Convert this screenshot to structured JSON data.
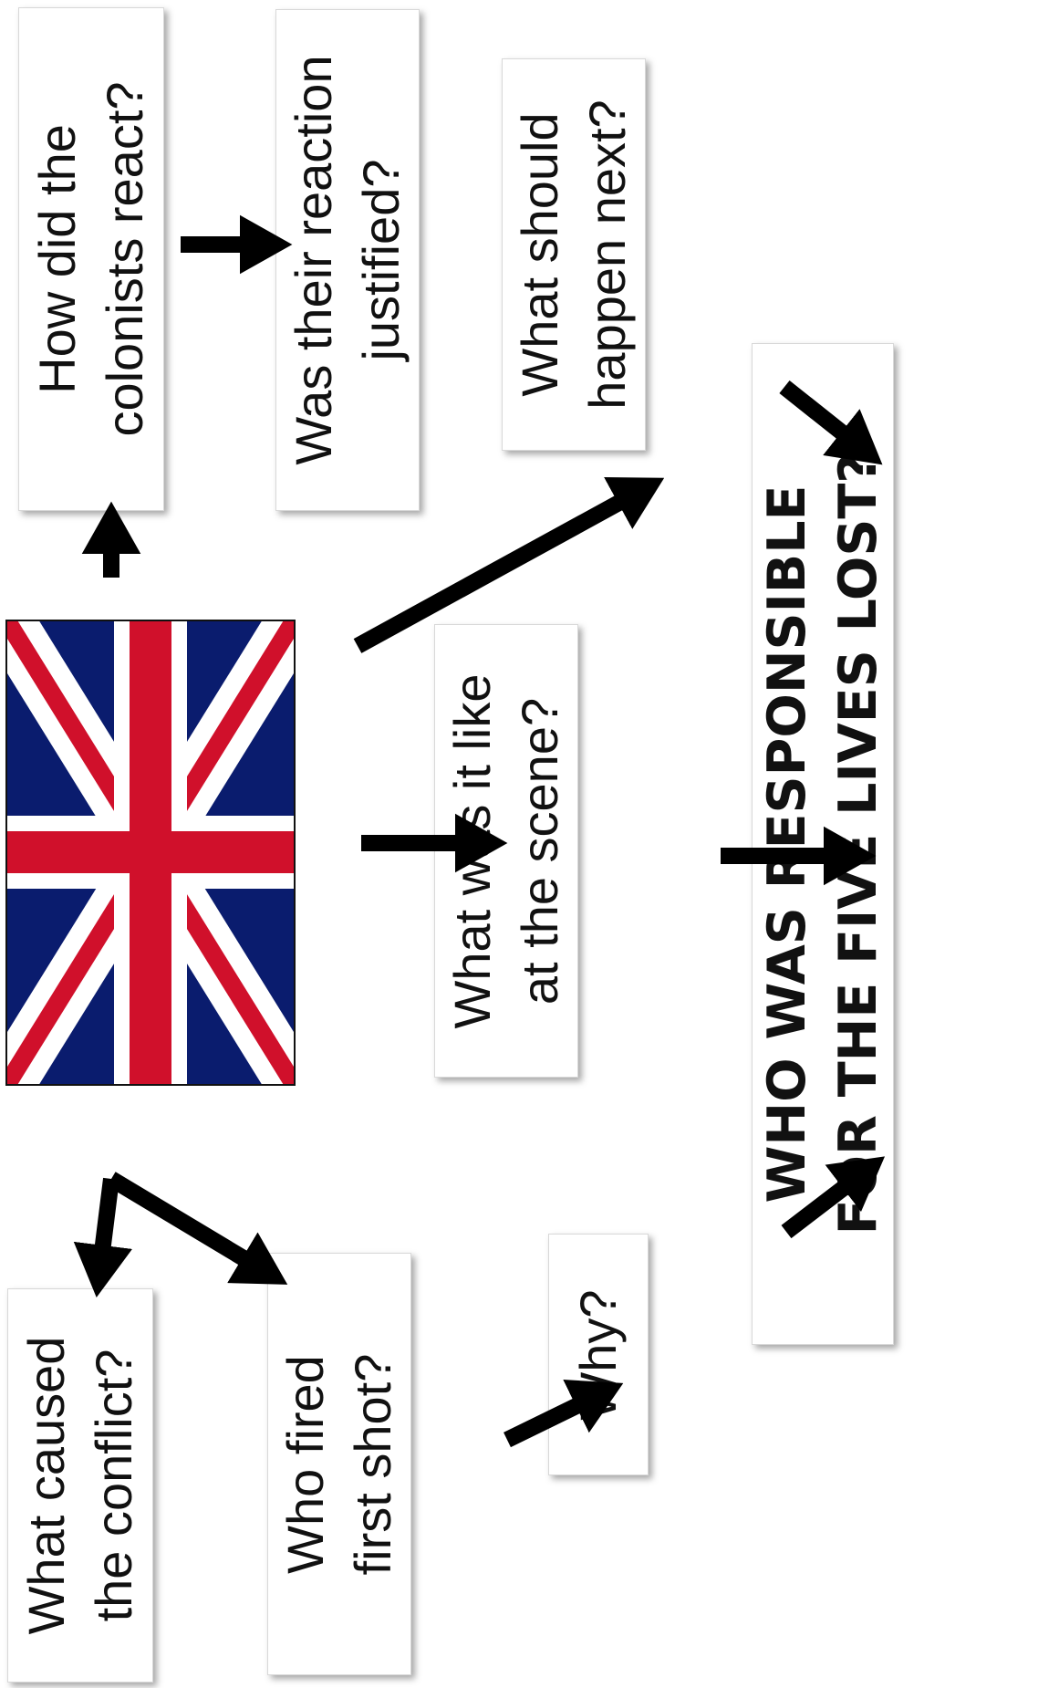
{
  "diagram": {
    "boxes": {
      "how_react": [
        "How did the",
        "colonists react?"
      ],
      "reaction_justified": [
        "Was their reaction",
        "justified?"
      ],
      "should_happen": [
        "What should",
        "happen next?"
      ],
      "scene": [
        "What was it like",
        "at the scene?"
      ],
      "caused_conflict": [
        "What caused",
        "the conflict?"
      ],
      "fired_first": [
        "Who fired",
        "first shot?"
      ],
      "why": [
        "Why?"
      ],
      "responsible": [
        "WHO WAS RESPONSIBLE",
        "FOR THE FIVE LIVES LOST?"
      ]
    },
    "flag": {
      "blue": "#0a1c6e",
      "red": "#d0102b",
      "white": "#ffffff"
    },
    "colors": {
      "arrow": "#000000",
      "box_border": "#d8d8d8"
    }
  }
}
